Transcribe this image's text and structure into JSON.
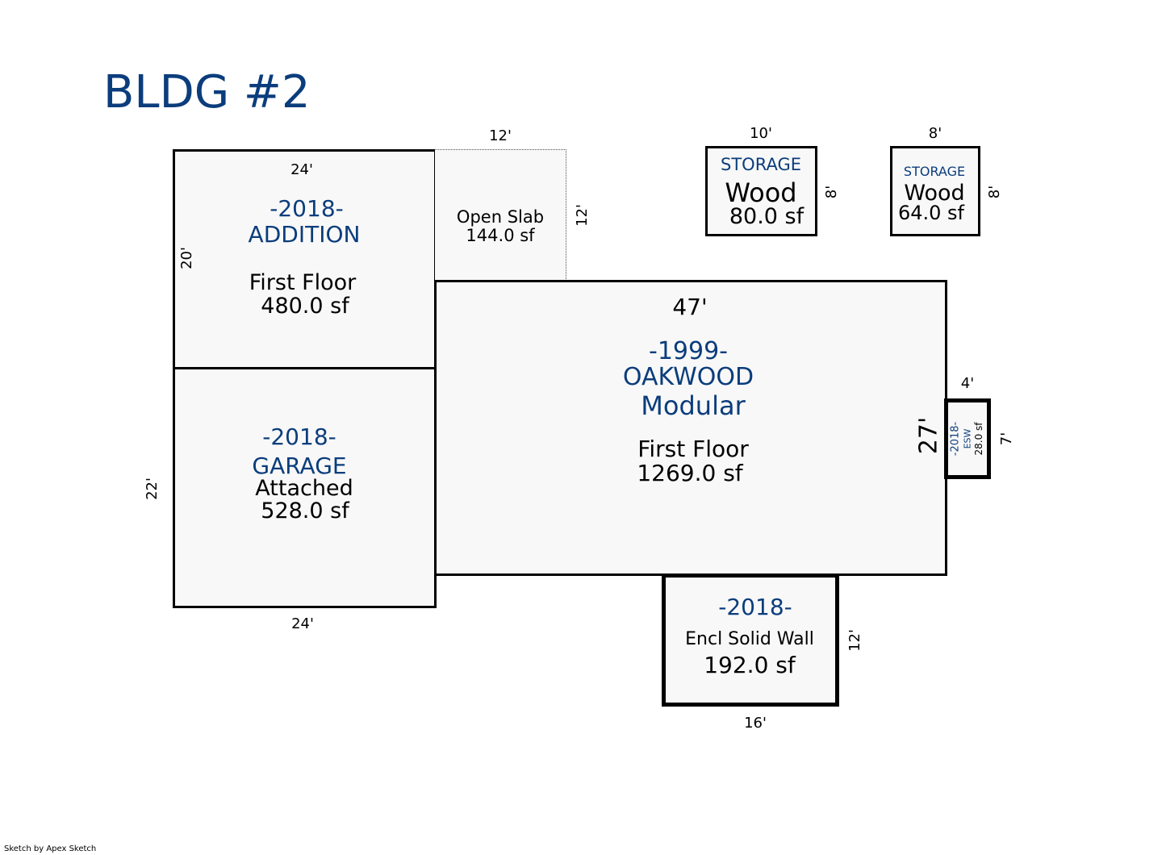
{
  "title": "BLDG #2",
  "credit": "Sketch by Apex Sketch",
  "addition": {
    "year": "-2018-",
    "name": "ADDITION",
    "floor": "First Floor",
    "area": "480.0 sf",
    "top": "24'",
    "side": "20'"
  },
  "open_slab": {
    "name": "Open Slab",
    "area": "144.0 sf",
    "top": "12'",
    "side": "12'"
  },
  "garage": {
    "year": "-2018-",
    "name": "GARAGE",
    "type": "Attached",
    "area": "528.0 sf",
    "bottom": "24'",
    "side": "22'"
  },
  "main": {
    "top": "47'",
    "year": "-1999-",
    "name": "OAKWOOD",
    "type": "Modular",
    "floor": "First Floor",
    "area": "1269.0 sf",
    "side": "27'"
  },
  "storage1": {
    "label": "STORAGE",
    "material": "Wood",
    "area": "80.0 sf",
    "top": "10'",
    "side": "8'"
  },
  "storage2": {
    "label": "STORAGE",
    "material": "Wood",
    "area": "64.0 sf",
    "top": "8'",
    "side": "8'"
  },
  "esw_small": {
    "year": "-2018-",
    "name": "ESW",
    "area": "28.0 sf",
    "top": "4'",
    "side": "7'"
  },
  "encl": {
    "year": "-2018-",
    "name": "Encl Solid Wall",
    "area": "192.0 sf",
    "side": "12'",
    "bottom": "16'"
  },
  "colors": {
    "label_blue": "#0b3d7c",
    "line": "#000000",
    "fill": "#f8f8f8"
  }
}
